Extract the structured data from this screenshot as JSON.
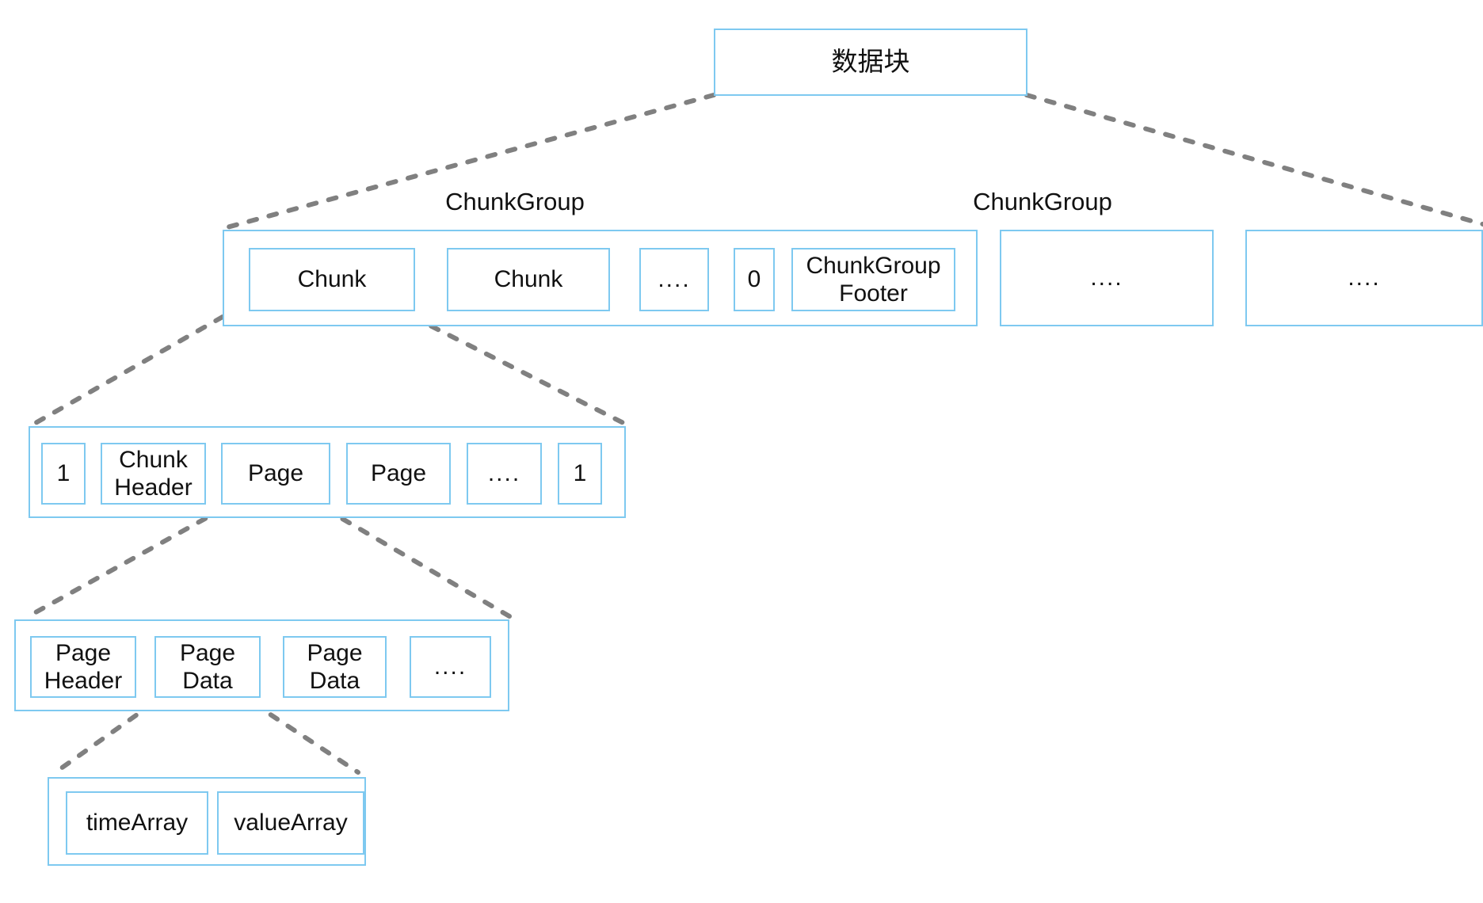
{
  "diagram": {
    "title_box": {
      "label": "数据块"
    },
    "level_chunkgroup": {
      "group_labels": [
        {
          "text": "ChunkGroup"
        },
        {
          "text": "ChunkGroup"
        }
      ],
      "group1_cells": [
        {
          "label": "Chunk"
        },
        {
          "label": "Chunk"
        },
        {
          "label": "...."
        },
        {
          "label": "0"
        },
        {
          "label": "ChunkGroup\nFooter"
        }
      ],
      "group2_cell": {
        "label": "...."
      },
      "group3_cell": {
        "label": "...."
      }
    },
    "level_chunk": {
      "cells": [
        {
          "label": "1"
        },
        {
          "label": "Chunk\nHeader"
        },
        {
          "label": "Page"
        },
        {
          "label": "Page"
        },
        {
          "label": "...."
        },
        {
          "label": "1"
        }
      ]
    },
    "level_page": {
      "cells": [
        {
          "label": "Page\nHeader"
        },
        {
          "label": "Page\nData"
        },
        {
          "label": "Page\nData"
        },
        {
          "label": "...."
        }
      ]
    },
    "level_pagedata": {
      "cells": [
        {
          "label": "timeArray"
        },
        {
          "label": "valueArray"
        }
      ]
    },
    "colors": {
      "box_border": "#7ec9f0",
      "connector": "#808080",
      "text": "#111111",
      "background": "#ffffff"
    }
  }
}
